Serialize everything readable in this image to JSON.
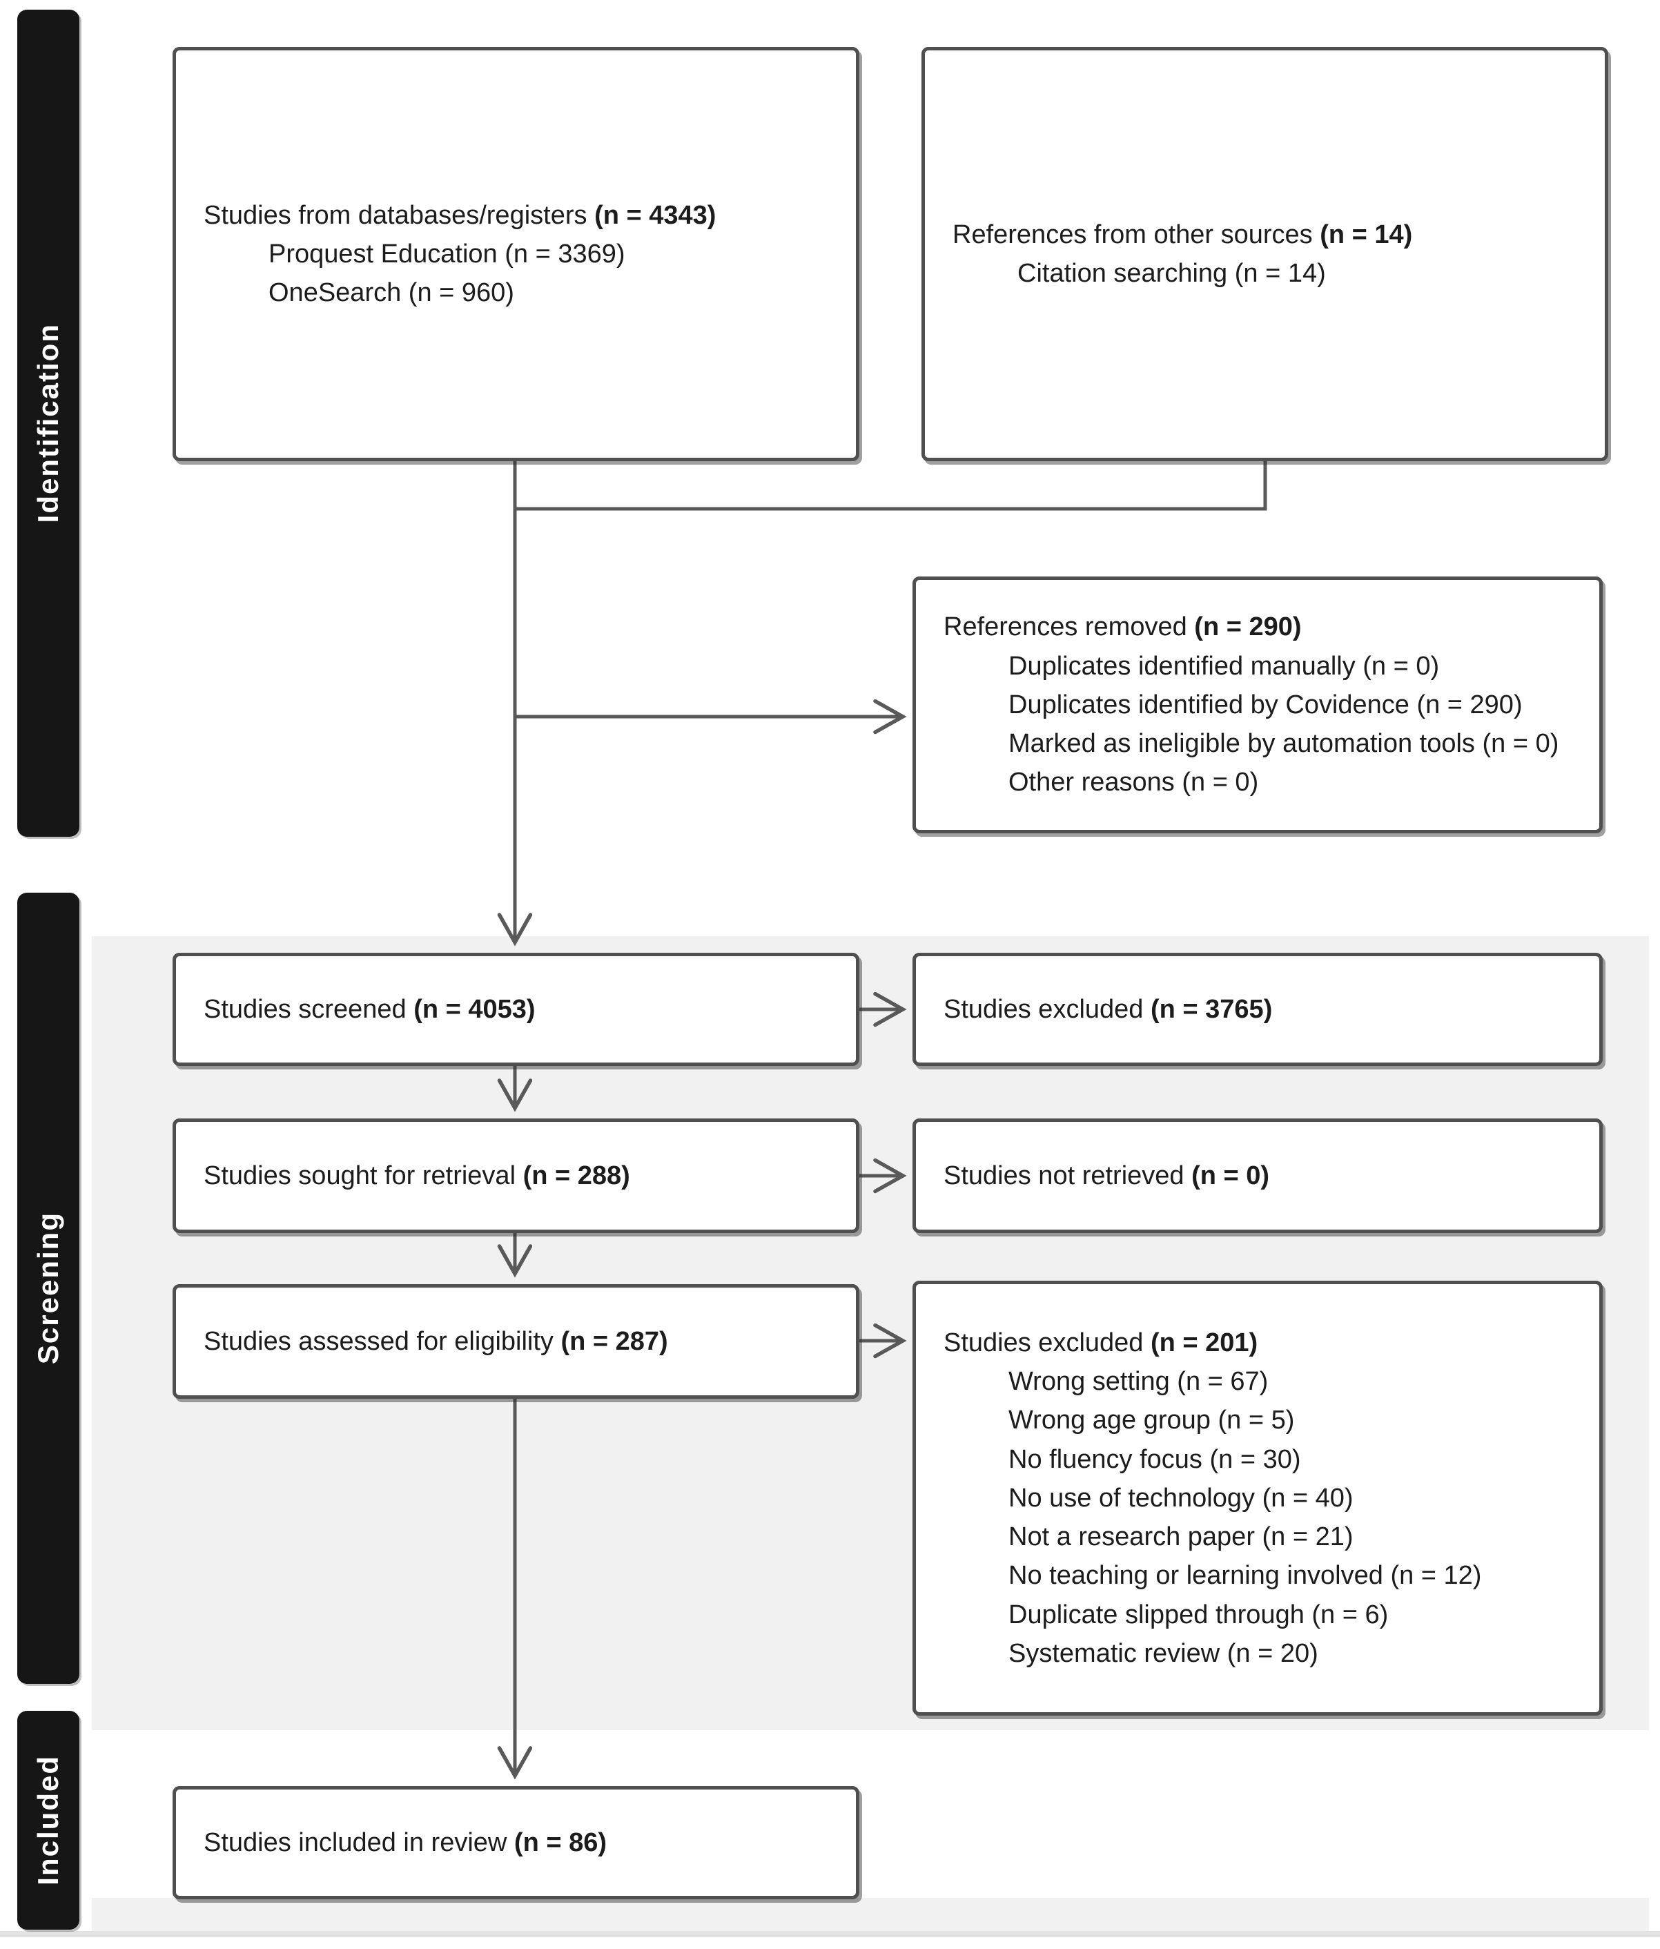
{
  "sidebar": {
    "identification": "Identification",
    "screening": "Screening",
    "included": "Included"
  },
  "boxes": {
    "databases": {
      "label": "Studies from databases/registers",
      "count": "(n = 4343)",
      "items": [
        "Proquest Education (n = 3369)",
        "OneSearch (n = 960)"
      ]
    },
    "other_sources": {
      "label": "References from other sources",
      "count": "(n = 14)",
      "items": [
        "Citation searching (n = 14)"
      ]
    },
    "references_removed": {
      "label": "References removed",
      "count": "(n = 290)",
      "items": [
        "Duplicates identified manually (n = 0)",
        "Duplicates identified by Covidence (n = 290)",
        "Marked as ineligible by automation tools (n = 0)",
        "Other reasons (n = 0)"
      ]
    },
    "screened": {
      "label": "Studies screened",
      "count": "(n = 4053)"
    },
    "excluded_screening": {
      "label": "Studies excluded",
      "count": "(n = 3765)"
    },
    "sought": {
      "label": "Studies sought for retrieval",
      "count": "(n = 288)"
    },
    "not_retrieved": {
      "label": "Studies not retrieved",
      "count": "(n = 0)"
    },
    "assessed": {
      "label": "Studies assessed for eligibility",
      "count": "(n = 287)"
    },
    "excluded_eligibility": {
      "label": "Studies excluded",
      "count": "(n = 201)",
      "items": [
        "Wrong setting  (n = 67)",
        "Wrong age group (n = 5)",
        "No fluency focus (n = 30)",
        "No use of technology (n = 40)",
        "Not a research paper (n = 21)",
        "No teaching or learning involved (n = 12)",
        "Duplicate slipped through  (n = 6)",
        "Systematic review (n = 20)"
      ]
    },
    "included_review": {
      "label": "Studies included in review",
      "count": "(n = 86)"
    }
  },
  "colors": {
    "arrow": "#595959",
    "box_border": "#4f4f4f",
    "bar_background": "#161616",
    "panel_background": "#f1f1f1",
    "text": "#1c1c1c"
  }
}
